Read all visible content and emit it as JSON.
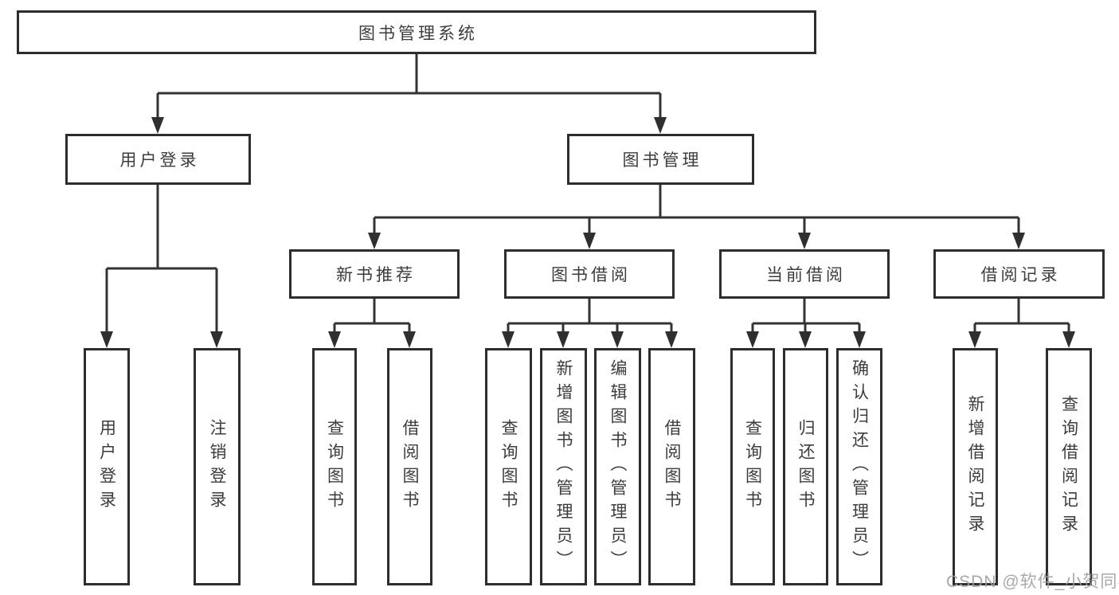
{
  "tree": {
    "root": "图书管理系统",
    "branches": [
      {
        "label": "用户登录",
        "leaves": [
          "用户登录",
          "注销登录"
        ]
      },
      {
        "label": "图书管理",
        "groups": [
          {
            "label": "新书推荐",
            "leaves": [
              "查询图书",
              "借阅图书"
            ]
          },
          {
            "label": "图书借阅",
            "leaves": [
              "查询图书",
              "新增图书（管理员）",
              "编辑图书（管理员）",
              "借阅图书"
            ]
          },
          {
            "label": "当前借阅",
            "leaves": [
              "查询图书",
              "归还图书",
              "确认归还（管理员）"
            ]
          },
          {
            "label": "借阅记录",
            "leaves": [
              "新增借阅记录",
              "查询借阅记录"
            ]
          }
        ]
      }
    ]
  },
  "colors": {
    "box_border": "#2d2d2d",
    "line": "#333333",
    "text": "#3c3c3c",
    "watermark": "#9e9e9e",
    "background": "#ffffff"
  },
  "watermark": "CSDN @软件_小贺同学"
}
